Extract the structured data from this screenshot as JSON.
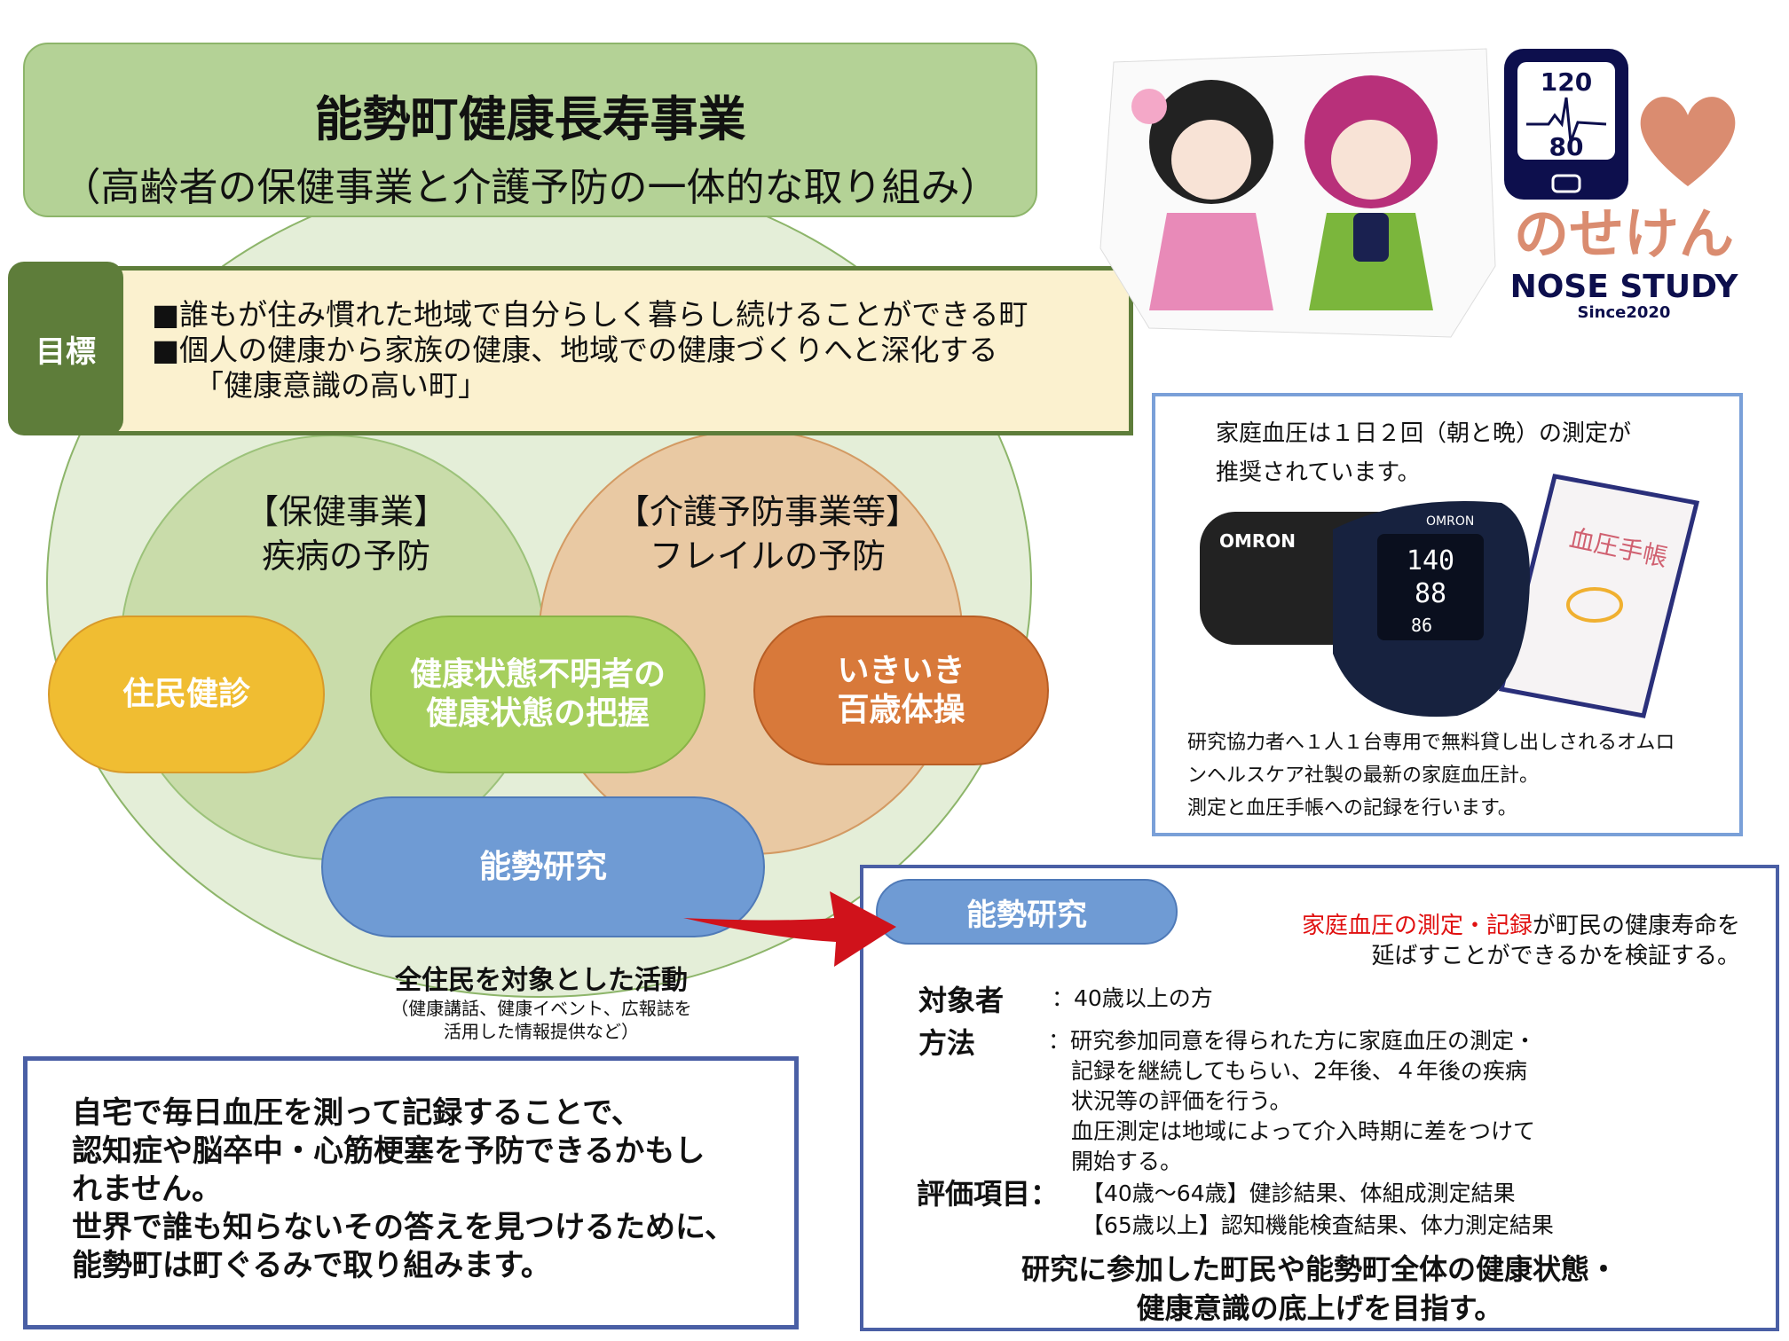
{
  "title": {
    "main": "能勢町健康長寿事業",
    "sub": "（高齢者の保健事業と介護予防の一体的な取り組み）"
  },
  "goal": {
    "label": "目標",
    "lines": [
      "■誰もが住み慣れた地域で自分らしく暮らし続けることができる町",
      "■個人の健康から家族の健康、地域での健康づくりへと深化する",
      "「健康意識の高い町」"
    ]
  },
  "health_circle": {
    "line1": "【保健事業】",
    "line2": "疾病の予防"
  },
  "care_circle": {
    "line1": "【介護予防事業等】",
    "line2": "フレイルの予防"
  },
  "pills": {
    "checkup": "住民健診",
    "unknown_status": [
      "健康状態不明者の",
      "健康状態の把握"
    ],
    "exercise": [
      "いきいき",
      "百歳体操"
    ],
    "research": "能勢研究"
  },
  "all_residents": {
    "heading": "全住民を対象とした活動",
    "sub": [
      "（健康講話、健康イベント、広報誌を",
      "活用した情報提供など）"
    ]
  },
  "message": [
    "自宅で毎日血圧を測って記録することで、",
    "認知症や脳卒中・心筋梗塞を予防できるかもし",
    "れません。",
    "世界で誰も知らないその答えを見つけるために、",
    "能勢町は町ぐるみで取り組みます。"
  ],
  "logo": {
    "systolic": "120",
    "diastolic": "80",
    "name_jp": "のせけん",
    "name_en": "NOSE STUDY",
    "since": "Since2020"
  },
  "photo": {
    "top": [
      "家庭血圧は１日２回（朝と晩）の測定が",
      "推奨されています。"
    ],
    "device_brand": "OMRON",
    "device_reading": [
      "140",
      "88",
      "86"
    ],
    "notebook_title": "血圧手帳",
    "caption": [
      "研究協力者へ１人１台専用で無料貸し出しされるオムロ",
      "ンヘルスケア社製の最新の家庭血圧計。",
      "測定と血圧手帳への記録を行います。"
    ]
  },
  "research": {
    "pill": "能勢研究",
    "lead_red": "家庭血圧の測定・記録",
    "lead_rest": "が町民の健康寿命を",
    "lead_line2": "延ばすことができるかを検証する。",
    "target_label": "対象者",
    "target_value": "：40歳以上の方",
    "method_label": "方法",
    "method_lines": [
      "：研究参加同意を得られた方に家庭血圧の測定・",
      "記録を継続してもらい、2年後、４年後の疾病",
      "状況等の評価を行う。",
      "血圧測定は地域によって介入時期に差をつけて",
      "開始する。"
    ],
    "eval_label": "評価項目：",
    "eval_lines": [
      "【40歳～64歳】健診結果、体組成測定結果",
      "【65歳以上】認知機能検査結果、体力測定結果"
    ],
    "conclusion": [
      "研究に参加した町民や能勢町全体の健康状態・",
      "健康意識の底上げを目指す。"
    ]
  },
  "colors": {
    "title_bg": "#b4d296",
    "goal_label": "#5e7d3a",
    "goal_bg": "#fbf1cf",
    "checkup": "#f0bd32",
    "unknown": "#a6cf5d",
    "exercise": "#d8793a",
    "research": "#6f9bd4",
    "lead_red": "#e01010",
    "logo_navy": "#0d0f4d",
    "logo_heart": "#da8c70"
  }
}
